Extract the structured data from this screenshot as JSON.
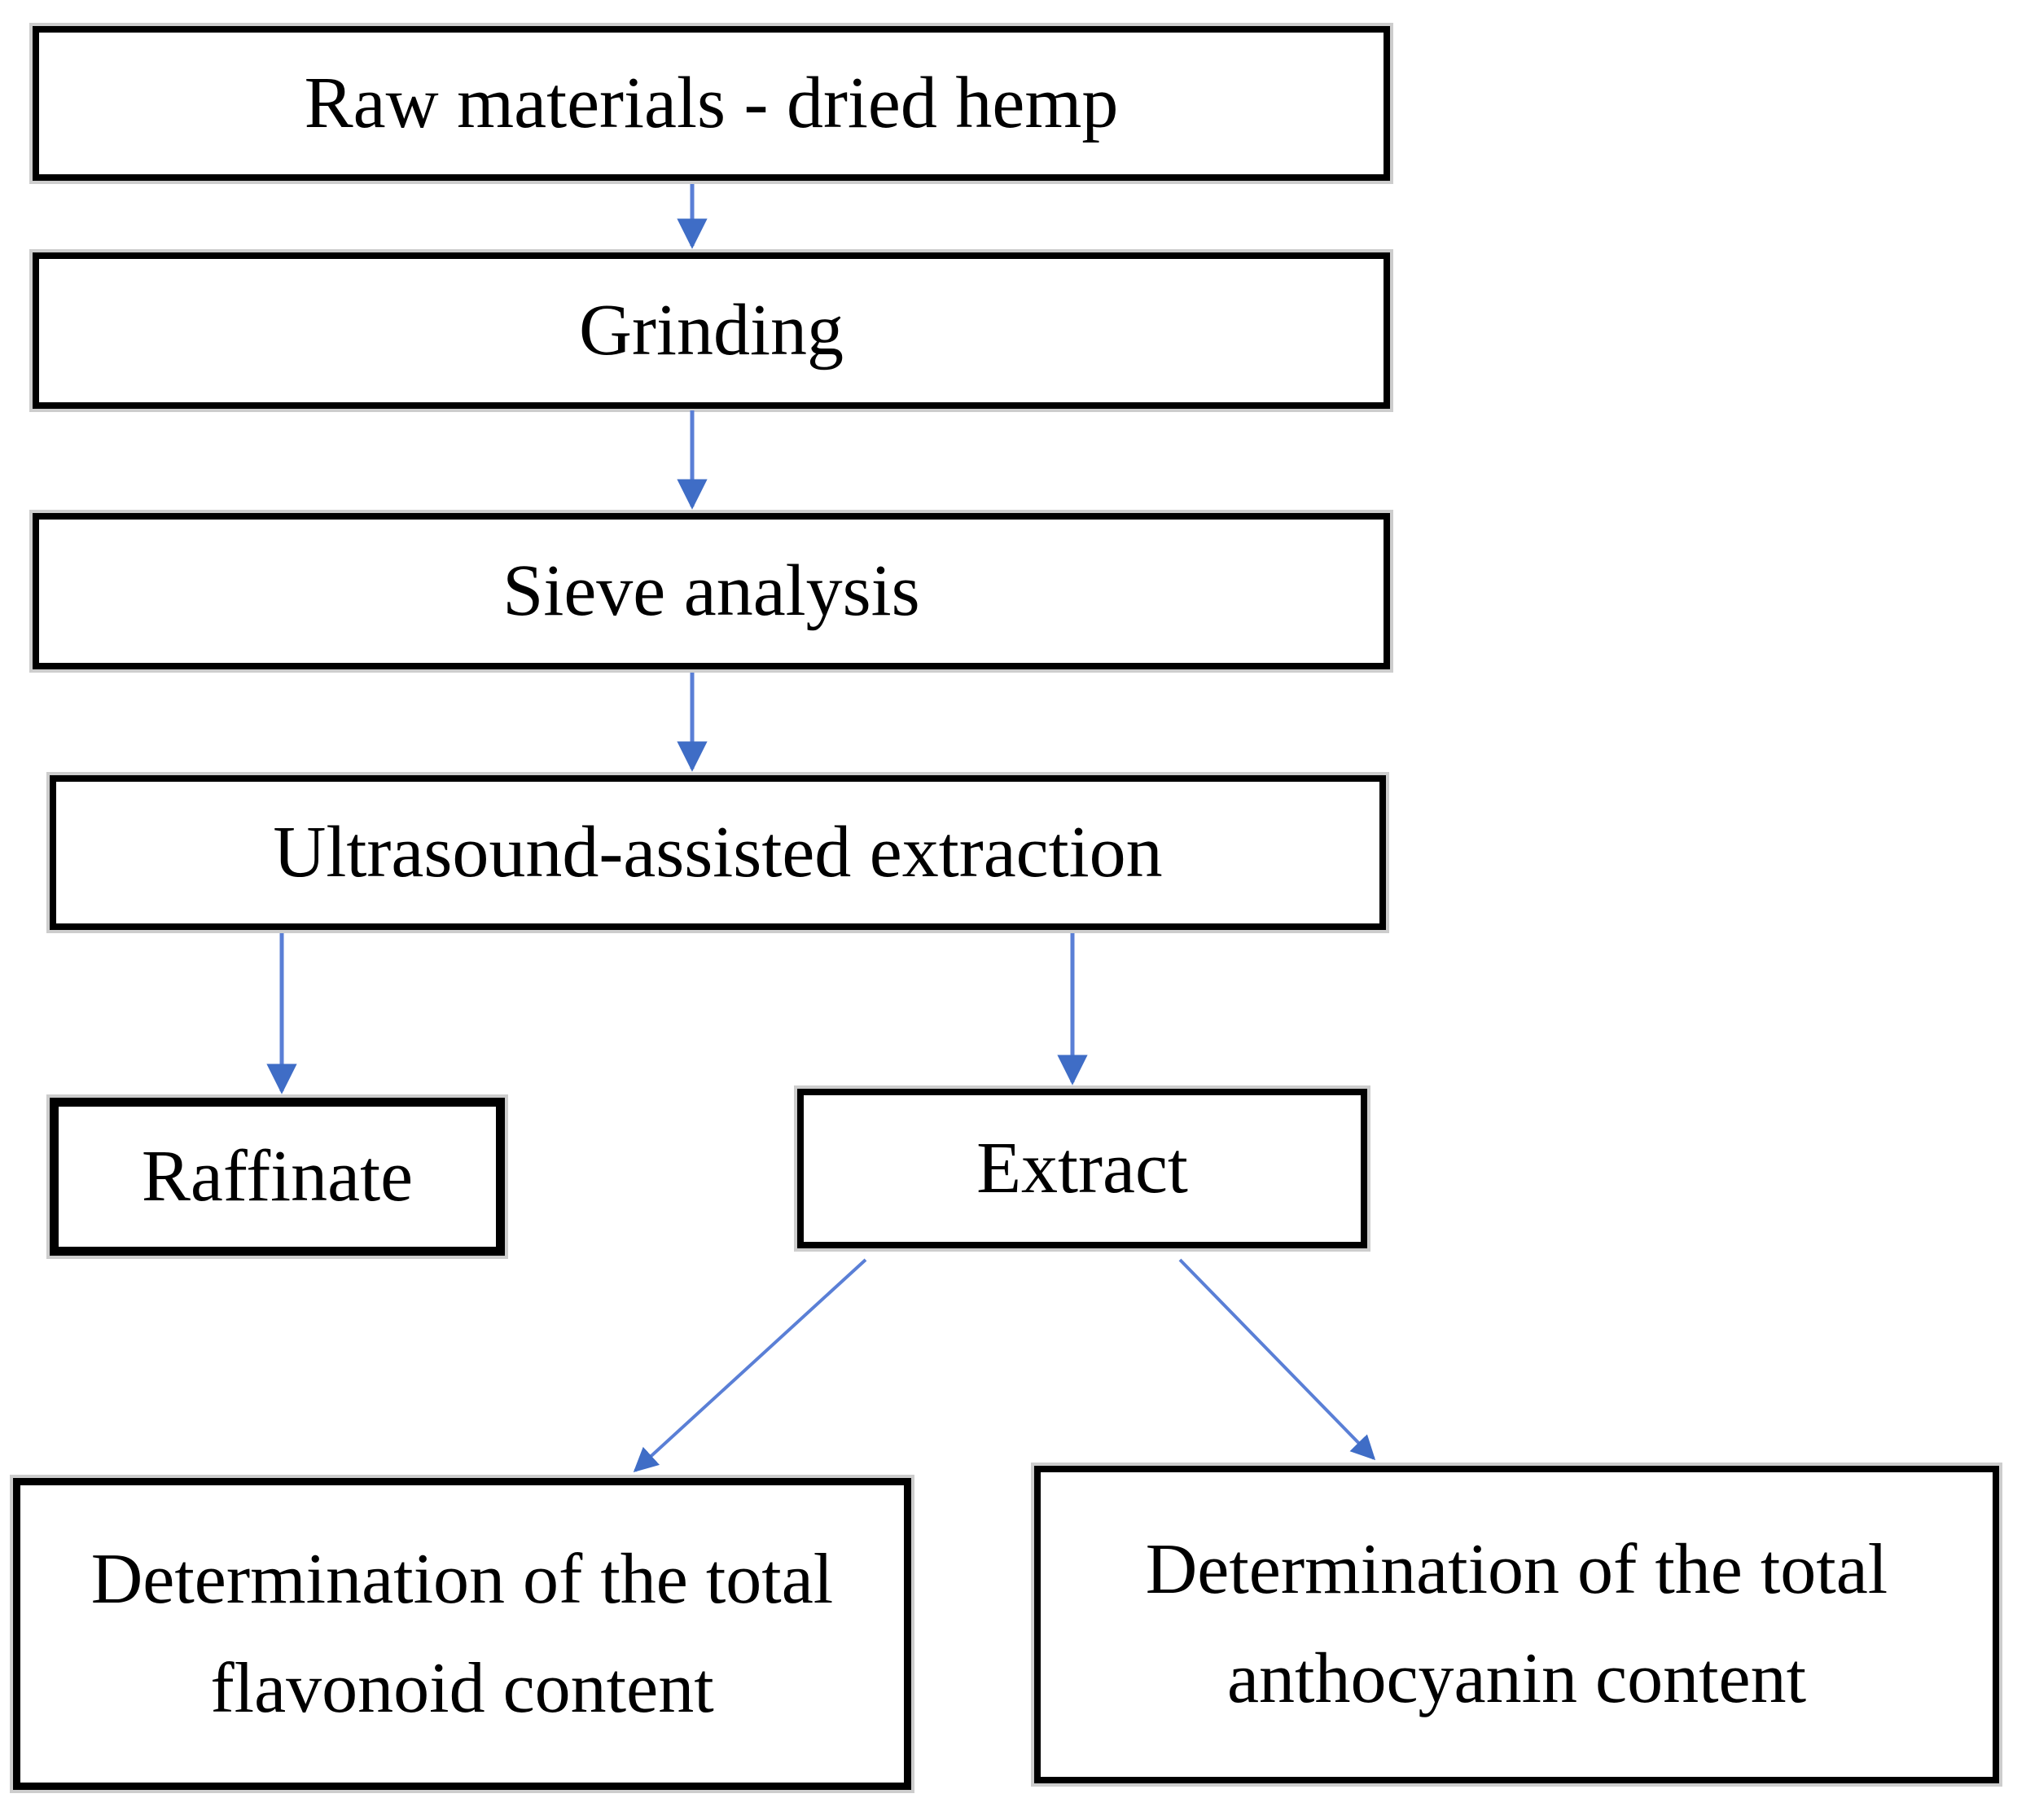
{
  "figure": {
    "type": "flowchart",
    "background": "#ffffff",
    "box_fill": "#ffffff",
    "box_border_color": "#000000",
    "arrow_line_color": "#5a7fd6",
    "arrow_head_color": "#3f6dc6",
    "text_color": "#000000",
    "nodes": [
      {
        "id": "raw",
        "label": "Raw materials - dried hemp"
      },
      {
        "id": "grinding",
        "label": "Grinding"
      },
      {
        "id": "sieve",
        "label": "Sieve analysis"
      },
      {
        "id": "uae",
        "label": "Ultrasound-assisted extraction"
      },
      {
        "id": "raffinate",
        "label": "Raffinate"
      },
      {
        "id": "extract",
        "label": "Extract"
      },
      {
        "id": "flavonoid",
        "label": "Determination of the total flavonoid content",
        "lines": [
          "Determination of the total",
          "flavonoid content"
        ]
      },
      {
        "id": "anthocyanin",
        "label": "Determination of the total anthocyanin content",
        "lines": [
          "Determination of the total",
          "anthocyanin content"
        ]
      }
    ],
    "edges": [
      {
        "from": "raw",
        "to": "grinding",
        "direction": "down"
      },
      {
        "from": "grinding",
        "to": "sieve",
        "direction": "down"
      },
      {
        "from": "sieve",
        "to": "uae",
        "direction": "down"
      },
      {
        "from": "uae",
        "to": "raffinate",
        "direction": "down"
      },
      {
        "from": "uae",
        "to": "extract",
        "direction": "down"
      },
      {
        "from": "extract",
        "to": "flavonoid",
        "direction": "down-left"
      },
      {
        "from": "extract",
        "to": "anthocyanin",
        "direction": "down-right"
      }
    ]
  }
}
